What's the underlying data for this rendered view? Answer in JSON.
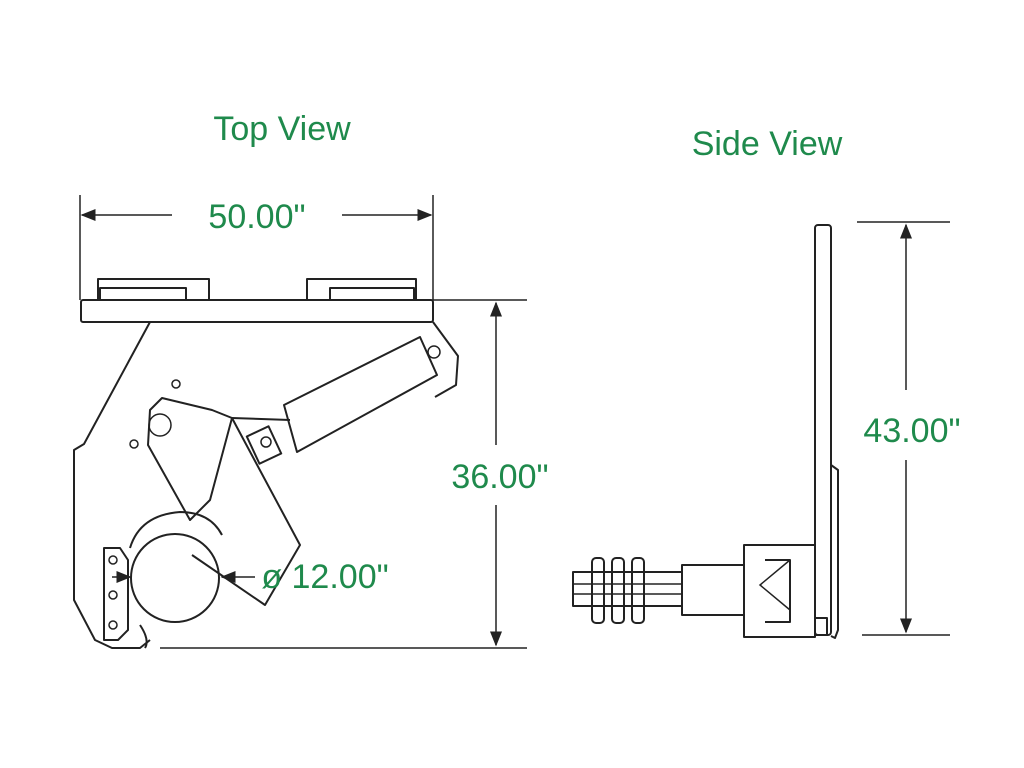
{
  "diagram": {
    "views": [
      {
        "id": "top",
        "title": "Top View",
        "dimensions": {
          "width": "50.00\"",
          "height": "36.00\"",
          "diameter": "ø 12.00\""
        }
      },
      {
        "id": "side",
        "title": "Side View",
        "dimensions": {
          "height": "43.00\""
        }
      }
    ],
    "colors": {
      "label": "#1f8a4c",
      "line": "#222222",
      "background": "#ffffff"
    }
  }
}
